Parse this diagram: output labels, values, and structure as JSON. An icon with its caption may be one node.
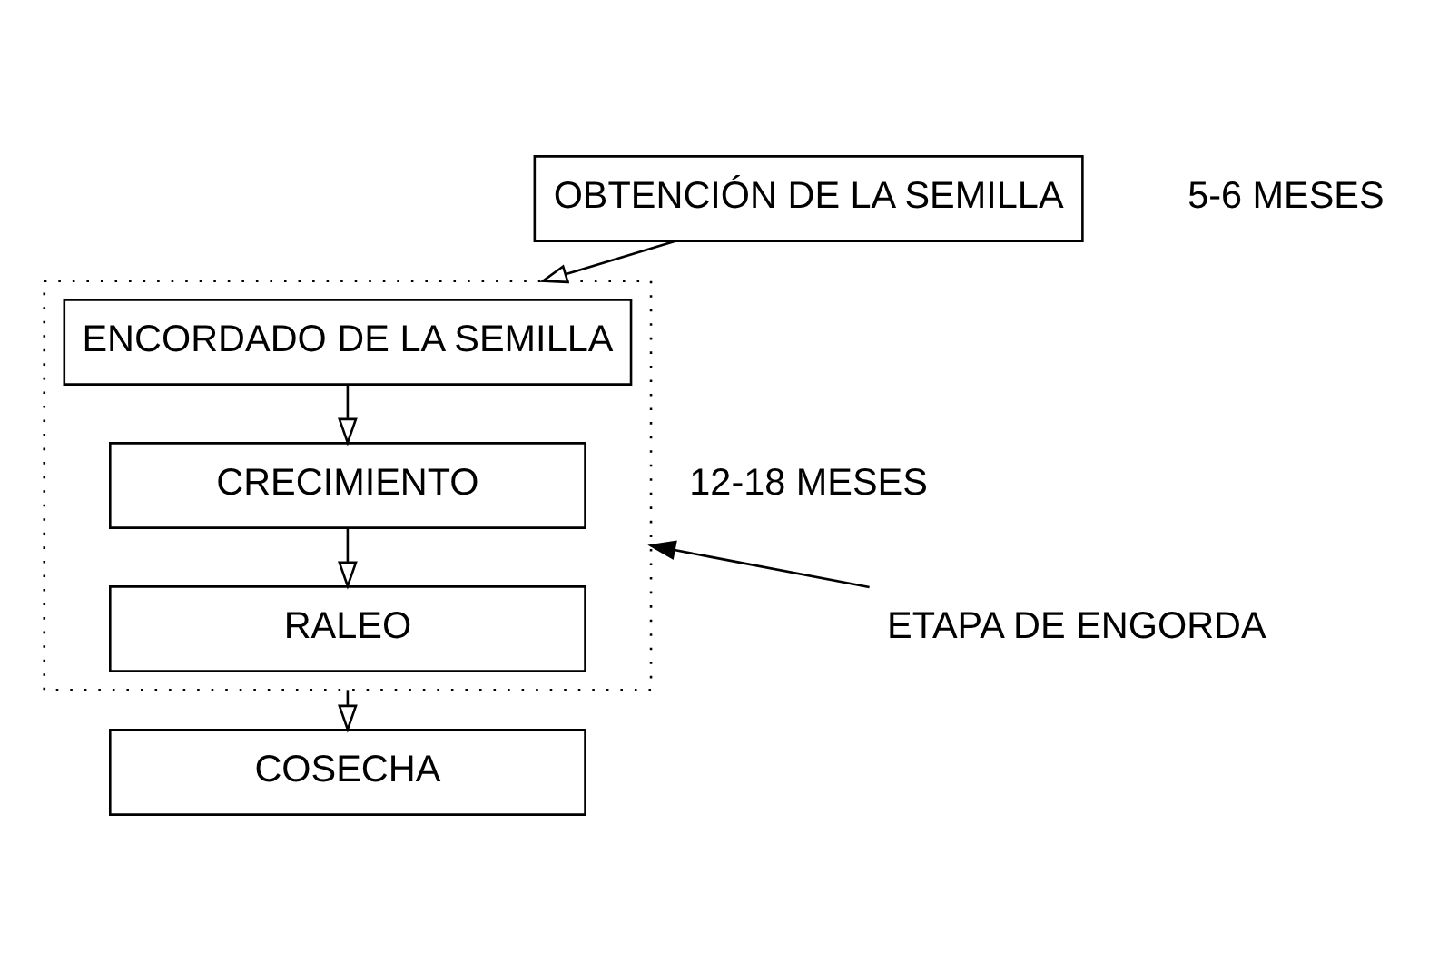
{
  "diagram": {
    "nodes": [
      {
        "text": [
          "OBTENCIÓN DE LA SEMILLA"
        ],
        "beside": [
          "5-6 MESES"
        ]
      },
      {
        "text": [],
        "shape": "box"
      },
      {
        "text": [
          "ENCORDADO DE LA SEMILLA"
        ],
        "in": 1
      },
      {
        "text": [
          "CRECIMIENTO"
        ],
        "in": 1
      },
      {
        "text": [
          "RALEO"
        ],
        "in": 1
      },
      {
        "text": [
          "COSECHA"
        ]
      },
      {
        "text": [
          "ETAPA DE ENGORDA"
        ]
      }
    ],
    "edges": [
      {
        "from": 0,
        "to": 1,
        "arrow": "to"
      },
      {
        "from": 2,
        "to": 3,
        "arrow": "to"
      },
      {
        "from": 3,
        "to": 4,
        "arrow": "to"
      },
      {
        "from": 1,
        "to": 5,
        "arrow": "to"
      },
      {
        "from": 6,
        "to": 1,
        "arrow": "to"
      }
    ],
    "labels": [
      "12-18 MESES"
    ]
  }
}
